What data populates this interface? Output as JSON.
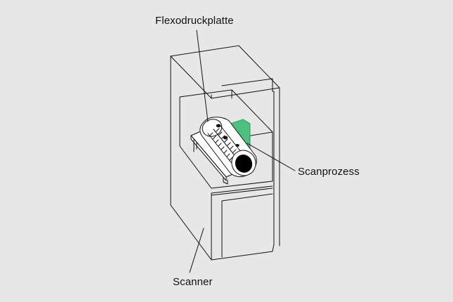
{
  "labels": {
    "plate": "Flexodruckplatte",
    "scan_process": "Scanprozess",
    "scanner": "Scanner"
  },
  "colors": {
    "background": "#e7e7e7",
    "line": "#111111",
    "scan_beam": "#4dbf7e",
    "scan_beam_dark": "#2f9a5c",
    "cylinder_bore": "#000000"
  }
}
